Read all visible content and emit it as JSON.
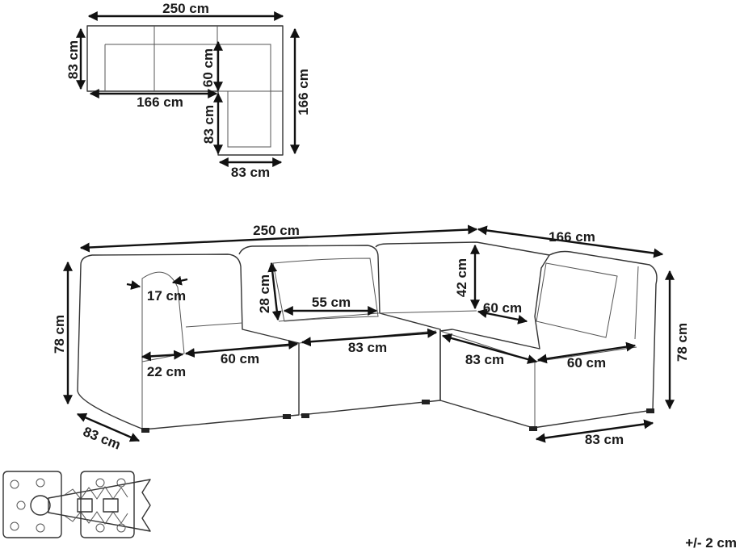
{
  "colors": {
    "line": "#333333",
    "dimension": "#111111",
    "background": "#ffffff"
  },
  "top_view": {
    "width_total": "250 cm",
    "depth_left": "83 cm",
    "inner_depth": "60 cm",
    "inner_width": "166 cm",
    "right_depth": "166 cm",
    "chaise_depth": "83 cm",
    "chaise_width": "83 cm"
  },
  "perspective_view": {
    "total_width": "250 cm",
    "side_width": "166 cm",
    "height_left": "78 cm",
    "height_right": "78 cm",
    "armrest_width": "17 cm",
    "backrest_height": "42 cm",
    "cushion_height": "28 cm",
    "cushion_width": "55 cm",
    "seat_depth_corner": "60 cm",
    "arm_depth": "22 cm",
    "seat_depth_left": "60 cm",
    "module_width_middle": "83 cm",
    "module_width_corner": "83 cm",
    "seat_depth_right": "60 cm",
    "depth_left": "83 cm",
    "module_width_right": "83 cm"
  },
  "connector_detail": {
    "icon": "module-clip-connector-icon"
  },
  "tolerance": "+/- 2 cm"
}
